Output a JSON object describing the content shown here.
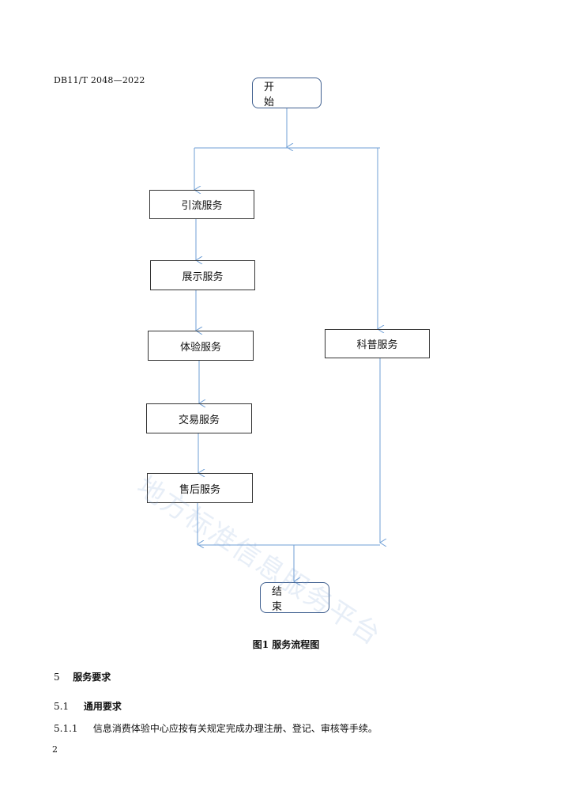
{
  "header": {
    "code": "DB11/T 2048—2022"
  },
  "flowchart": {
    "start": "开 始",
    "end": "结 束",
    "left_steps": [
      "引流服务",
      "展示服务",
      "体验服务",
      "交易服务",
      "售后服务"
    ],
    "right_step": "科普服务"
  },
  "caption": "图1 服务流程图",
  "sections": [
    {
      "number": "5",
      "title": "服务要求"
    },
    {
      "number": "5.1",
      "title": "通用要求"
    }
  ],
  "paragraph": {
    "number": "5.1.1",
    "text": "信息消费体验中心应按有关规定完成办理注册、登记、审核等手续。"
  },
  "page_number": "2",
  "watermark": "地方标准信息服务平台",
  "colors": {
    "arrow": "#6f9fd6",
    "terminal_border": "#3f5f8f",
    "box_border": "#333333"
  }
}
